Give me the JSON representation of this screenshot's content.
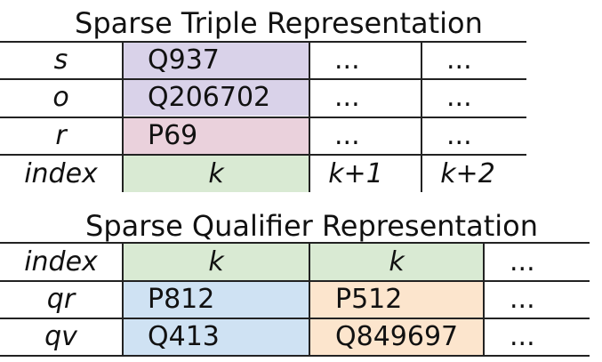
{
  "triple": {
    "title": "Sparse Triple Representation",
    "rows": [
      {
        "label": "s",
        "cells": [
          "Q937",
          "...",
          "..."
        ]
      },
      {
        "label": "o",
        "cells": [
          "Q206702",
          "...",
          "..."
        ]
      },
      {
        "label": "r",
        "cells": [
          "P69",
          "...",
          "..."
        ]
      },
      {
        "label": "index",
        "cells": [
          "k",
          "k+1",
          "k+2"
        ]
      }
    ]
  },
  "qualifier": {
    "title": "Sparse Qualifier Representation",
    "rows": [
      {
        "label": "index",
        "cells": [
          "k",
          "k",
          "..."
        ]
      },
      {
        "label": "qr",
        "cells": [
          "P812",
          "P512",
          "..."
        ]
      },
      {
        "label": "qv",
        "cells": [
          "Q413",
          "Q849697",
          "..."
        ]
      }
    ]
  },
  "colors": {
    "subject_object": "#d9d2e9",
    "relation": "#ead1dc",
    "index": "#d9ead3",
    "qualifier_1": "#cfe2f3",
    "qualifier_2": "#fce5cd"
  }
}
